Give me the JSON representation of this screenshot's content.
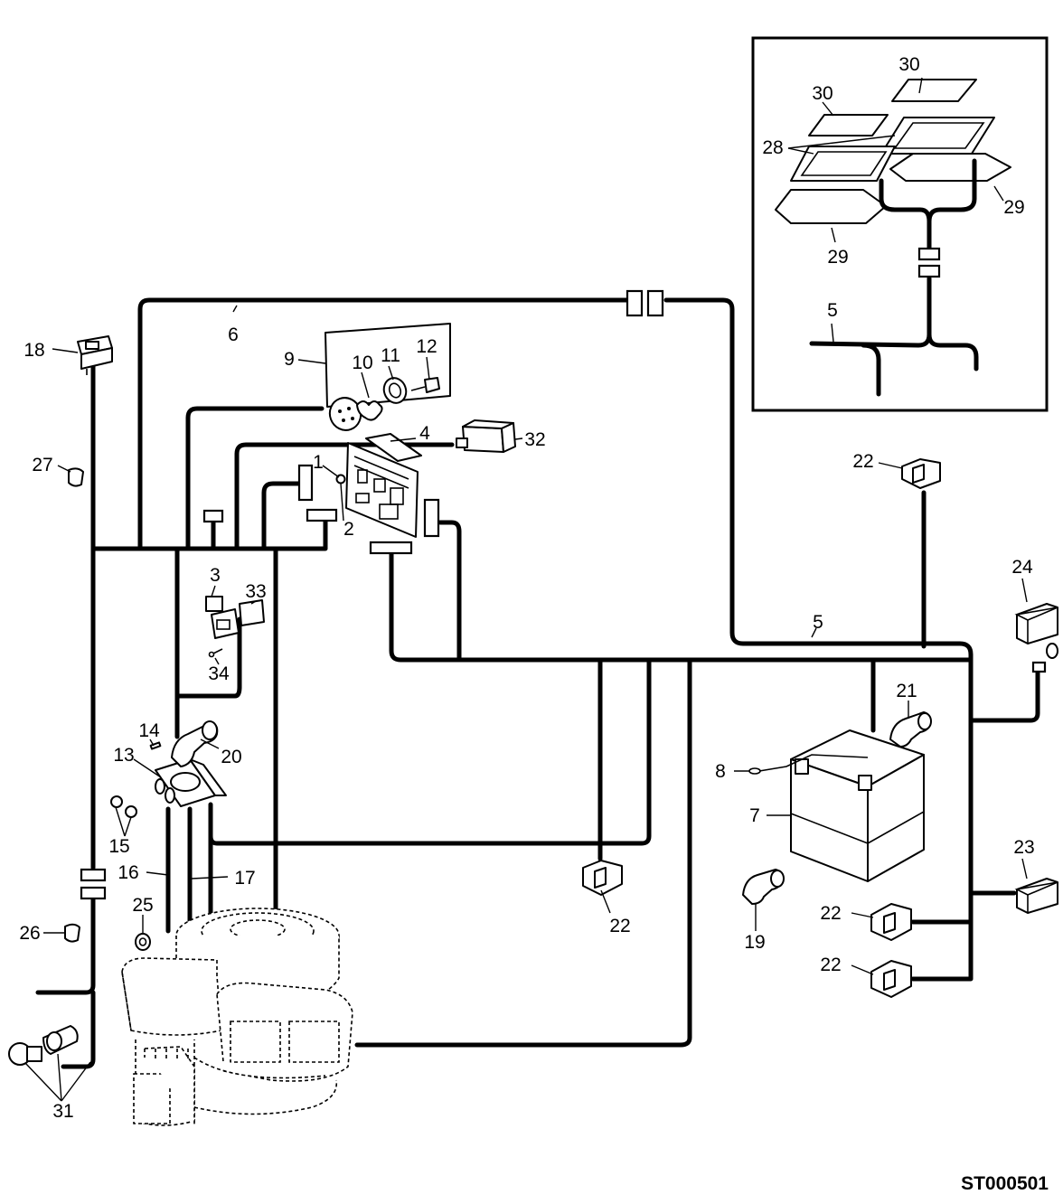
{
  "diagram": {
    "drawing_code": "ST000501",
    "part_callouts": [
      "1",
      "2",
      "3",
      "4",
      "5",
      "6",
      "7",
      "8",
      "9",
      "10",
      "11",
      "12",
      "13",
      "14",
      "15",
      "16",
      "17",
      "18",
      "19",
      "20",
      "21",
      "22",
      "23",
      "24",
      "25",
      "26",
      "27",
      "28",
      "29",
      "30",
      "31",
      "32",
      "33",
      "34",
      "5",
      "22",
      "22",
      "22",
      "22",
      "29",
      "30",
      "28"
    ]
  }
}
